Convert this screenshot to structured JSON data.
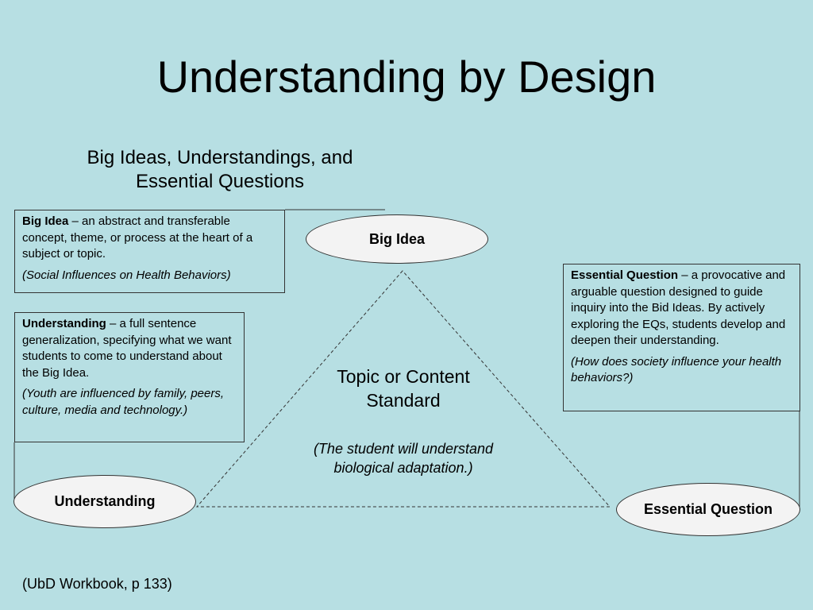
{
  "title": "Understanding by Design",
  "subtitle": "Big Ideas, Understandings, and Essential Questions",
  "big_idea_box": {
    "term": "Big Idea",
    "definition": " – an abstract and transferable concept, theme, or process at the heart of a subject or topic.",
    "example": "(Social Influences on Health Behaviors)"
  },
  "understanding_box": {
    "term": "Understanding",
    "definition": " – a full sentence generalization, specifying what we want students to come to understand about the Big Idea.",
    "example": "(Youth are influenced by family, peers, culture, media and technology.)"
  },
  "essential_question_box": {
    "term": "Essential Question",
    "definition": " – a provocative and arguable question designed to guide inquiry into the Bid Ideas.  By actively exploring the EQs, students develop and deepen their understanding.",
    "example": "(How does society influence your health behaviors?)"
  },
  "ovals": {
    "big_idea": "Big Idea",
    "understanding": "Understanding",
    "essential_question": "Essential Question"
  },
  "center": {
    "topic": "Topic or Content Standard",
    "example": "(The student will understand biological adaptation.)"
  },
  "citation": "(UbD Workbook, p 133)"
}
